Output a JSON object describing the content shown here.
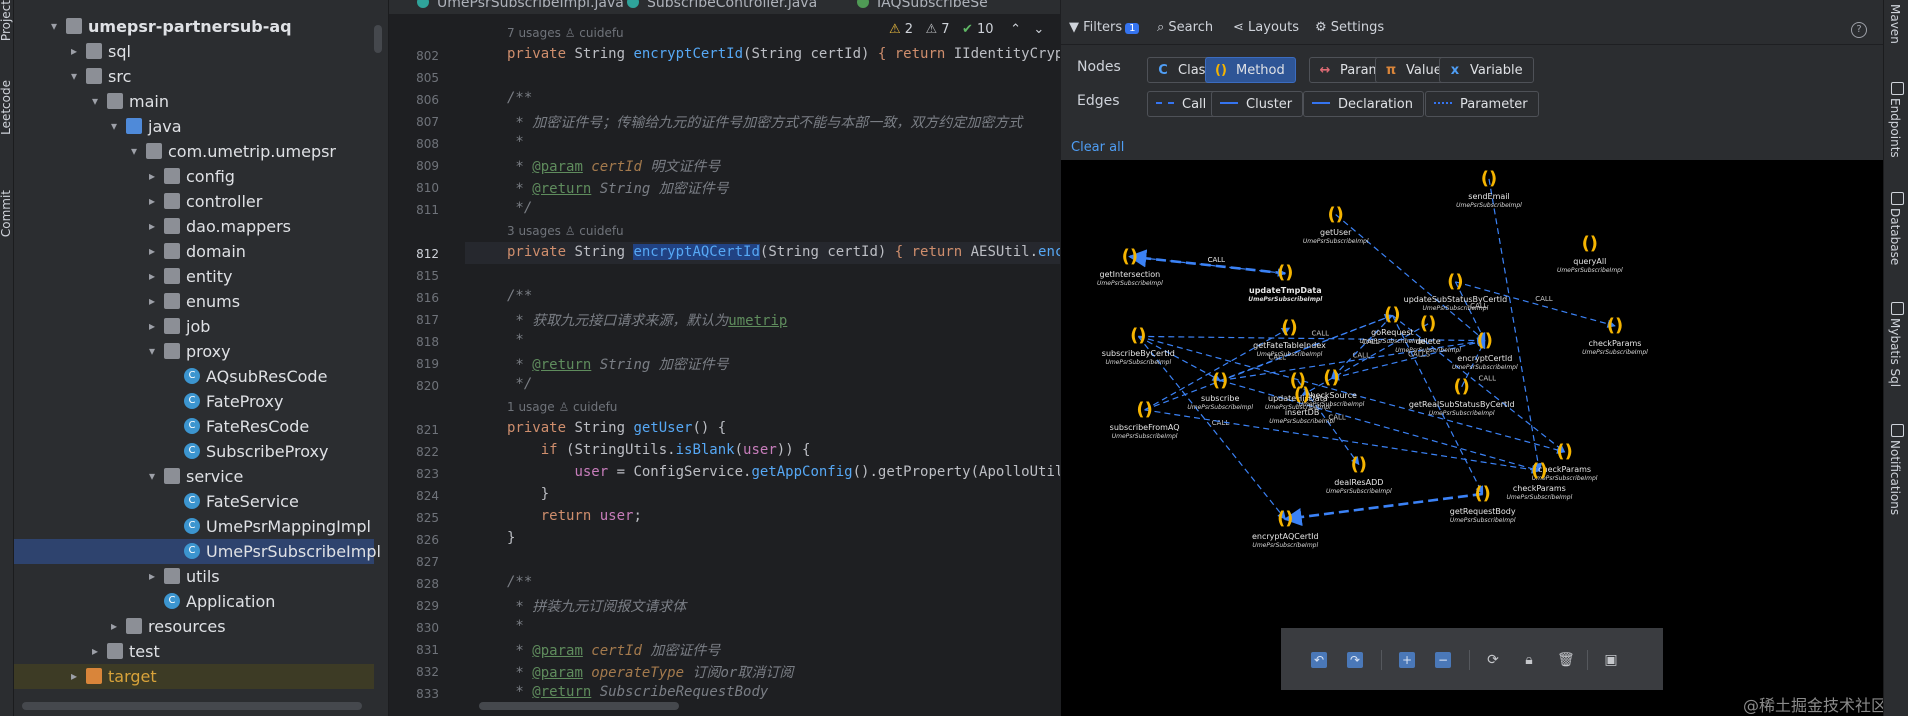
{
  "left_strip": {
    "project": "Project",
    "leetcode": "Leetcode",
    "commit": "Commit"
  },
  "project_tree": {
    "rows": [
      {
        "label": "umepsr-partnersub-aq",
        "depth": 0,
        "arrow": "▾",
        "icon": "folder",
        "bold": true
      },
      {
        "label": "sql",
        "depth": 1,
        "arrow": "▸",
        "icon": "folder"
      },
      {
        "label": "src",
        "depth": 1,
        "arrow": "▾",
        "icon": "folder"
      },
      {
        "label": "main",
        "depth": 2,
        "arrow": "▾",
        "icon": "folder"
      },
      {
        "label": "java",
        "depth": 3,
        "arrow": "▾",
        "icon": "folder-blue"
      },
      {
        "label": "com.umetrip.umepsr",
        "depth": 4,
        "arrow": "▾",
        "icon": "package"
      },
      {
        "label": "config",
        "depth": 5,
        "arrow": "▸",
        "icon": "package"
      },
      {
        "label": "controller",
        "depth": 5,
        "arrow": "▸",
        "icon": "package"
      },
      {
        "label": "dao.mappers",
        "depth": 5,
        "arrow": "▸",
        "icon": "package"
      },
      {
        "label": "domain",
        "depth": 5,
        "arrow": "▸",
        "icon": "package"
      },
      {
        "label": "entity",
        "depth": 5,
        "arrow": "▸",
        "icon": "package"
      },
      {
        "label": "enums",
        "depth": 5,
        "arrow": "▸",
        "icon": "package"
      },
      {
        "label": "job",
        "depth": 5,
        "arrow": "▸",
        "icon": "package"
      },
      {
        "label": "proxy",
        "depth": 5,
        "arrow": "▾",
        "icon": "package"
      },
      {
        "label": "AQsubResCode",
        "depth": 6,
        "arrow": "",
        "icon": "class"
      },
      {
        "label": "FateProxy",
        "depth": 6,
        "arrow": "",
        "icon": "class"
      },
      {
        "label": "FateResCode",
        "depth": 6,
        "arrow": "",
        "icon": "class"
      },
      {
        "label": "SubscribeProxy",
        "depth": 6,
        "arrow": "",
        "icon": "class"
      },
      {
        "label": "service",
        "depth": 5,
        "arrow": "▾",
        "icon": "package"
      },
      {
        "label": "FateService",
        "depth": 6,
        "arrow": "",
        "icon": "class"
      },
      {
        "label": "UmePsrMappingImpl",
        "depth": 6,
        "arrow": "",
        "icon": "class"
      },
      {
        "label": "UmePsrSubscribeImpl",
        "depth": 6,
        "arrow": "",
        "icon": "class",
        "selected": true
      },
      {
        "label": "utils",
        "depth": 5,
        "arrow": "▸",
        "icon": "package"
      },
      {
        "label": "Application",
        "depth": 5,
        "arrow": "",
        "icon": "class"
      },
      {
        "label": "resources",
        "depth": 3,
        "arrow": "▸",
        "icon": "folder"
      },
      {
        "label": "test",
        "depth": 2,
        "arrow": "▸",
        "icon": "folder"
      },
      {
        "label": "target",
        "depth": 1,
        "arrow": "▸",
        "icon": "folder-orange",
        "highlight": true
      }
    ]
  },
  "editor": {
    "tabs": [
      "UmePsrSubscribeImpl.java",
      "SubscribeController.java",
      "IAQSubscribeSe"
    ],
    "inspections": {
      "warnings": "2",
      "weak": "7",
      "ok": "10"
    },
    "lines": [
      {
        "type": "inlay",
        "text": "7 usages   ♙ cuidefu"
      },
      {
        "n": "802",
        "segs": [
          [
            "kw",
            "private "
          ],
          [
            "",
            "String "
          ],
          [
            "fn",
            "encryptCertId"
          ],
          [
            "",
            "(String certId) "
          ],
          [
            "kw",
            "{ return "
          ],
          [
            "",
            "IIdentityCryptor."
          ],
          [
            "fn",
            "en"
          ]
        ]
      },
      {
        "n": "805",
        "segs": []
      },
      {
        "n": "806",
        "segs": [
          [
            "cm",
            "/**"
          ]
        ]
      },
      {
        "n": "807",
        "segs": [
          [
            "cm",
            " * 加密证件号；传输给九元的证件号加密方式不能与本部一致，双方约定加密方式"
          ]
        ]
      },
      {
        "n": "808",
        "segs": [
          [
            "cm",
            " *"
          ]
        ]
      },
      {
        "n": "809",
        "segs": [
          [
            "cm",
            " * "
          ],
          [
            "tag",
            "@param"
          ],
          [
            "par",
            " certId"
          ],
          [
            "cm",
            " 明文证件号"
          ]
        ]
      },
      {
        "n": "810",
        "segs": [
          [
            "cm",
            " * "
          ],
          [
            "tag",
            "@return"
          ],
          [
            "cm",
            " String 加密证件号"
          ]
        ]
      },
      {
        "n": "811",
        "segs": [
          [
            "cm",
            " */"
          ]
        ]
      },
      {
        "type": "inlay",
        "text": "3 usages   ♙ cuidefu"
      },
      {
        "n": "812",
        "current": true,
        "segs": [
          [
            "kw",
            "private "
          ],
          [
            "",
            "String "
          ],
          [
            "sel",
            "encryptAQCertId"
          ],
          [
            "",
            "(String certId) "
          ],
          [
            "kw",
            "{ return "
          ],
          [
            "",
            "AESUtil."
          ],
          [
            "fn",
            "encrypt("
          ]
        ]
      },
      {
        "n": "815",
        "segs": []
      },
      {
        "n": "816",
        "segs": [
          [
            "cm",
            "/**"
          ]
        ]
      },
      {
        "n": "817",
        "segs": [
          [
            "cm",
            " * 获取九元接口请求来源，默认为"
          ],
          [
            "tag",
            "umetrip"
          ]
        ]
      },
      {
        "n": "818",
        "segs": [
          [
            "cm",
            " *"
          ]
        ]
      },
      {
        "n": "819",
        "segs": [
          [
            "cm",
            " * "
          ],
          [
            "tag",
            "@return"
          ],
          [
            "cm",
            " String 加密证件号"
          ]
        ]
      },
      {
        "n": "820",
        "segs": [
          [
            "cm",
            " */"
          ]
        ]
      },
      {
        "type": "inlay",
        "text": "1 usage   ♙ cuidefu"
      },
      {
        "n": "821",
        "segs": [
          [
            "kw",
            "private "
          ],
          [
            "",
            "String "
          ],
          [
            "fn",
            "getUser"
          ],
          [
            "",
            "() {"
          ]
        ]
      },
      {
        "n": "822",
        "segs": [
          [
            "",
            "    "
          ],
          [
            "kw",
            "if "
          ],
          [
            "",
            "(StringUtils."
          ],
          [
            "fn",
            "isBlank"
          ],
          [
            "",
            "("
          ],
          [
            "str",
            "user"
          ],
          [
            "",
            ")) {"
          ]
        ]
      },
      {
        "n": "823",
        "segs": [
          [
            "",
            "        "
          ],
          [
            "str",
            "user"
          ],
          [
            "",
            " = ConfigService."
          ],
          [
            "fn",
            "getAppConfig"
          ],
          [
            "",
            "().getProperty(ApolloUtils."
          ],
          [
            "kw",
            "USE"
          ]
        ]
      },
      {
        "n": "824",
        "segs": [
          [
            "",
            "    }"
          ]
        ]
      },
      {
        "n": "825",
        "segs": [
          [
            "",
            "    "
          ],
          [
            "kw",
            "return "
          ],
          [
            "str",
            "user"
          ],
          [
            "",
            ";"
          ]
        ]
      },
      {
        "n": "826",
        "segs": [
          [
            "",
            "}"
          ]
        ]
      },
      {
        "n": "827",
        "segs": []
      },
      {
        "n": "828",
        "segs": [
          [
            "cm",
            "/**"
          ]
        ]
      },
      {
        "n": "829",
        "segs": [
          [
            "cm",
            " * 拼装九元订阅报文请求体"
          ]
        ]
      },
      {
        "n": "830",
        "segs": [
          [
            "cm",
            " *"
          ]
        ]
      },
      {
        "n": "831",
        "segs": [
          [
            "cm",
            " * "
          ],
          [
            "tag",
            "@param"
          ],
          [
            "par",
            " certId"
          ],
          [
            "cm",
            " 加密证件号"
          ]
        ]
      },
      {
        "n": "832",
        "segs": [
          [
            "cm",
            " * "
          ],
          [
            "tag",
            "@param"
          ],
          [
            "par",
            " operateType"
          ],
          [
            "cm",
            " 订阅or取消订阅"
          ]
        ]
      },
      {
        "n": "833",
        "segs": [
          [
            "cm",
            " * "
          ],
          [
            "tag",
            "@return"
          ],
          [
            "cm",
            " SubscribeRequestBody"
          ]
        ]
      }
    ]
  },
  "graph_panel": {
    "toolbar": {
      "filters": "Filters",
      "filters_badge": "1",
      "search": "Search",
      "layouts": "Layouts",
      "settings": "Settings",
      "help": "?"
    },
    "nodes_label": "Nodes",
    "edges_label": "Edges",
    "node_filters": [
      {
        "label": "Class",
        "icon": "class-icon",
        "glyph": "C",
        "active": false
      },
      {
        "label": "Method",
        "icon": "method-icon",
        "glyph": "()",
        "active": true
      },
      {
        "label": "Parameter",
        "icon": "parameter-icon",
        "glyph": "↔",
        "active": false
      },
      {
        "label": "Value",
        "icon": "value-icon",
        "glyph": "π",
        "active": false
      },
      {
        "label": "Variable",
        "icon": "variable-icon",
        "glyph": "x",
        "active": false
      }
    ],
    "edge_filters": [
      {
        "label": "Call",
        "style": "dashed"
      },
      {
        "label": "Cluster",
        "style": "solid"
      },
      {
        "label": "Declaration",
        "style": "solid"
      },
      {
        "label": "Parameter",
        "style": "dotted"
      }
    ],
    "clear_all": "Clear all",
    "nodes": [
      {
        "id": "sendEmail",
        "label": "sendEmail",
        "sub": "UmePsrSubscribeImpl"
      },
      {
        "id": "getUser",
        "label": "getUser",
        "sub": "UmePsrSubscribeImpl"
      },
      {
        "id": "queryAll",
        "label": "queryAll",
        "sub": "UmePsrSubscribeImpl"
      },
      {
        "id": "getIntersection",
        "label": "getIntersection",
        "sub": "UmePsrSubscribeImpl"
      },
      {
        "id": "updateTmpData",
        "label": "updateTmpData",
        "sub": "UmePsrSubscribeImpl",
        "bold": true
      },
      {
        "id": "updateSubStatusByCertId",
        "label": "updateSubStatusByCertId",
        "sub": "UmePsrSubscribeImpl"
      },
      {
        "id": "getFateTableIndex",
        "label": "getFateTableIndex",
        "sub": "UmePsrSubscribeImpl"
      },
      {
        "id": "goRequest",
        "label": "goRequest",
        "sub": "UmePsrSubscribeImpl"
      },
      {
        "id": "delete",
        "label": "delete",
        "sub": "UmePsrSubscribeImpl"
      },
      {
        "id": "checkParams1",
        "label": "checkParams",
        "sub": "UmePsrSubscribeImpl"
      },
      {
        "id": "subscribeByCertId",
        "label": "subscribeByCertId",
        "sub": "UmePsrSubscribeImpl"
      },
      {
        "id": "encryptCertId",
        "label": "encryptCertId",
        "sub": "UmePsrSubscribeImpl"
      },
      {
        "id": "subscribe",
        "label": "subscribe",
        "sub": "UmePsrSubscribeImpl"
      },
      {
        "id": "updateHisData",
        "label": "updateHisData",
        "sub": "UmePsrSubscribeImpl"
      },
      {
        "id": "checkSource",
        "label": "checkSource",
        "sub": "UmePsrSubscribeImpl"
      },
      {
        "id": "insertDB",
        "label": "insertDB",
        "sub": "UmePsrSubscribeImpl"
      },
      {
        "id": "getRealSubStatusByCertId",
        "label": "getRealSubStatusByCertId",
        "sub": "UmePsrSubscribeImpl"
      },
      {
        "id": "subscribeFromAQ",
        "label": "subscribeFromAQ",
        "sub": "UmePsrSubscribeImpl"
      },
      {
        "id": "dealResADD",
        "label": "dealResADD",
        "sub": "UmePsrSubscribeImpl"
      },
      {
        "id": "checkParams2",
        "label": "checkParams",
        "sub": "UmePsrSubscribeImpl"
      },
      {
        "id": "checkParams3",
        "label": "checkParams",
        "sub": "UmePsrSubscribeImpl"
      },
      {
        "id": "getRequestBody",
        "label": "getRequestBody",
        "sub": "UmePsrSubscribeImpl"
      },
      {
        "id": "encryptAQCertId",
        "label": "encryptAQCertId",
        "sub": "UmePsrSubscribeImpl"
      }
    ],
    "edge_label": "CALL",
    "edge_label_alt": "CALLS",
    "watermark": "@稀土掘金技术社区"
  },
  "right_strip": {
    "maven": "Maven",
    "endpoints": "Endpoints",
    "database": "Database",
    "mybatis": "Mybatis Sql",
    "notifications": "Notifications"
  }
}
